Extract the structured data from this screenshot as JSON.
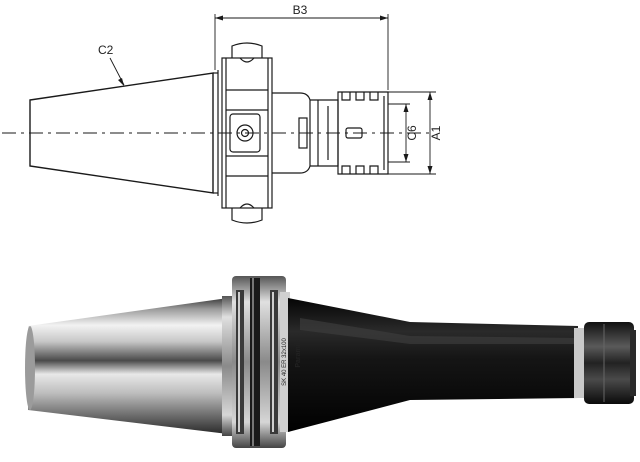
{
  "drawing": {
    "dimensions": {
      "b3": "B3",
      "c2": "C2",
      "c6": "C6",
      "a1": "A1"
    }
  },
  "photo": {
    "brand_text": "Paramill",
    "engraving_text": "SK 40 ER 32x100"
  }
}
